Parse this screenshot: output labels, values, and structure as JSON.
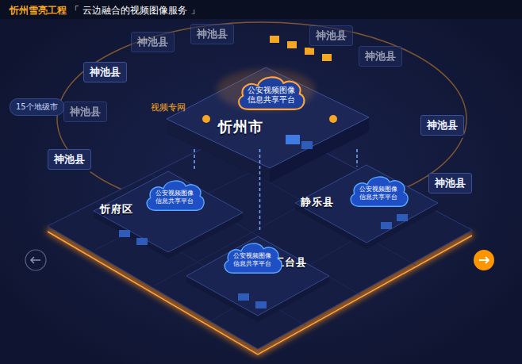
{
  "diagram": {
    "title": "忻州雪亮工程",
    "nodes": [
      {
        "text": [
          "忻州市"
        ]
      },
      {
        "text": [
          "公安视频图像信息共享平台"
        ],
        "in": 0
      },
      {
        "text": [
          "忻府区"
        ]
      },
      {
        "text": [
          "公安视频图像信息共享平台"
        ],
        "in": 2
      },
      {
        "text": [
          "静乐县"
        ]
      },
      {
        "text": [
          "公安视频图像信息共享平台"
        ],
        "in": 4
      },
      {
        "text": [
          "五台县"
        ]
      },
      {
        "text": [
          "公安视频图像信息共享平台"
        ],
        "in": 6
      },
      {
        "text": [
          "15个地级市"
        ]
      },
      {
        "text": [
          "神池县"
        ]
      },
      {
        "text": [
          "神池县"
        ]
      },
      {
        "text": [
          "神池县"
        ]
      },
      {
        "text": [
          "神池县"
        ]
      },
      {
        "text": [
          "神池县"
        ]
      },
      {
        "text": [
          "神池县"
        ]
      },
      {
        "text": [
          "神池县"
        ]
      },
      {
        "text": [
          "神池县"
        ]
      },
      {
        "text": [
          "神池县"
        ]
      }
    ],
    "edges": [
      {
        "from": 0,
        "to": 2,
        "arrow": "none"
      },
      {
        "from": 0,
        "to": 4,
        "arrow": "none"
      },
      {
        "from": 0,
        "to": 6,
        "arrow": "none"
      }
    ],
    "labels": [
      "「 云边融合的视频图像服务 」",
      "视频专网"
    ]
  }
}
